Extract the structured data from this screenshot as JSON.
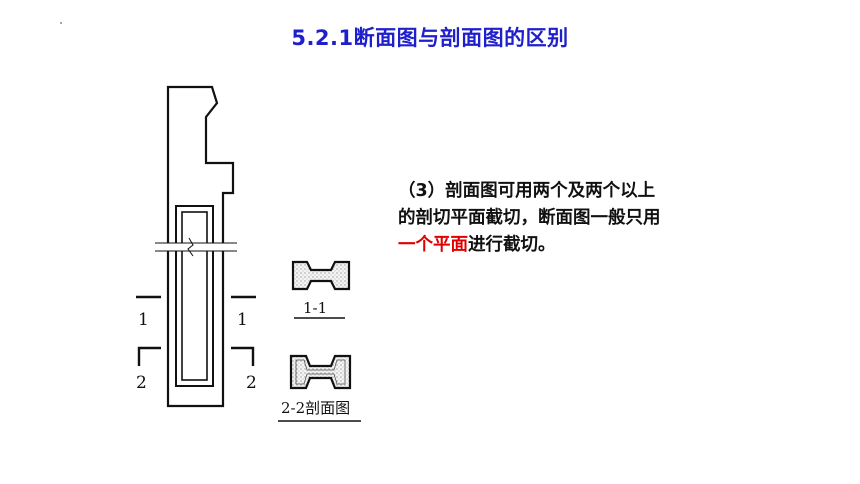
{
  "slide": {
    "title": "5.2.1断面图与剖面图的区别",
    "paragraph": {
      "line1": "（3）剖面图可用两个及两个以上",
      "line2": "的剖切平面截切，断面图一般只用",
      "highlight": "一个平面",
      "line3_rest": "进行截切。"
    }
  },
  "drawing": {
    "cut_left_1": "1",
    "cut_right_1": "1",
    "cut_left_2": "2",
    "cut_right_2": "2",
    "section_1_label": "1-1",
    "section_2_label": "2-2剖面图"
  },
  "colors": {
    "title": "#1f1fcc",
    "highlight": "#e00000",
    "line": "#111111"
  }
}
